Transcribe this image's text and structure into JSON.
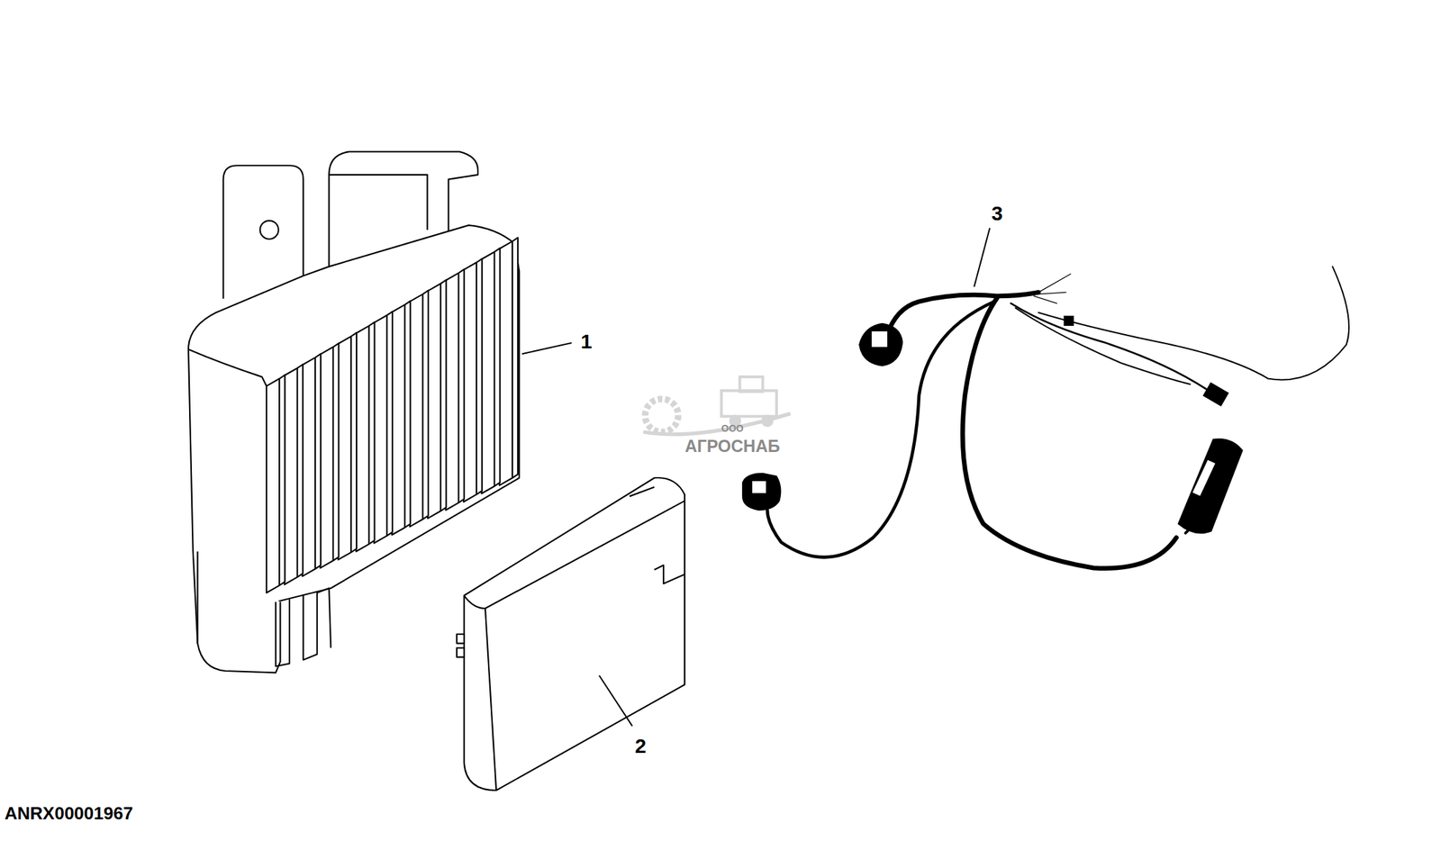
{
  "diagram": {
    "labels": [
      "1",
      "2",
      "3",
      "ООО",
      "АГРОСНАБ",
      "ANRX00001967"
    ]
  }
}
